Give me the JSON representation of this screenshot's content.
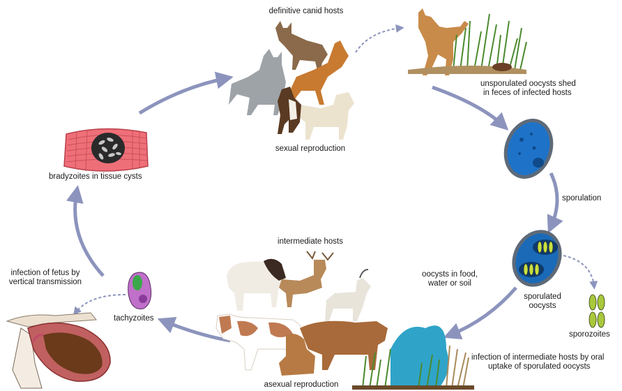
{
  "labels": {
    "definitive_hosts": "definitive canid hosts",
    "sexual_reproduction": "sexual reproduction",
    "unsporulated_line1": "unsporulated oocysts shed",
    "unsporulated_line2": "in feces of infected hosts",
    "sporulation": "sporulation",
    "sporulated_line1": "sporulated",
    "sporulated_line2": "oocysts",
    "sporozoites": "sporozoites",
    "oocysts_env_line1": "oocysts in food,",
    "oocysts_env_line2": "water or soil",
    "infection_line1": "infection of intermediate hosts by oral",
    "infection_line2": "uptake of sporulated oocysts",
    "intermediate_hosts": "intermediate hosts",
    "asexual_reproduction": "asexual reproduction",
    "tachyzoites": "tachyzoites",
    "fetus_line1": "infection of fetus by",
    "fetus_line2": "vertical transmission",
    "bradyzoites": "bradyzoites in tissue cysts"
  },
  "colors": {
    "arrow": "#8c94bd",
    "oocyst_blue": "#1e73c8",
    "sporozoite_green": "#a9c83c",
    "muscle_red": "#e8606c",
    "grass": "#4a8a2e"
  }
}
